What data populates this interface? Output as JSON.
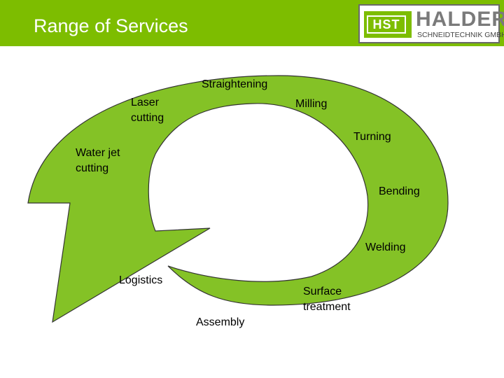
{
  "header": {
    "title": "Range of Services",
    "background": "#7dbd00"
  },
  "logo": {
    "mark": "HST",
    "brand": "HALDER",
    "subtitle": "SCHNEIDTECHNIK GMBH",
    "mark_color": "#7dbd00",
    "brand_color": "#7a7a7a"
  },
  "diagram": {
    "arrow_color": "#84c226",
    "outline_color": "#333333",
    "services": {
      "straightening": "Straightening",
      "milling": "Milling",
      "laser_cutting": "Laser\ncutting",
      "turning": "Turning",
      "water_jet_cutting": "Water jet\ncutting",
      "bending": "Bending",
      "welding": "Welding",
      "logistics": "Logistics",
      "surface_treatment": "Surface\ntreatment",
      "assembly": "Assembly"
    }
  }
}
